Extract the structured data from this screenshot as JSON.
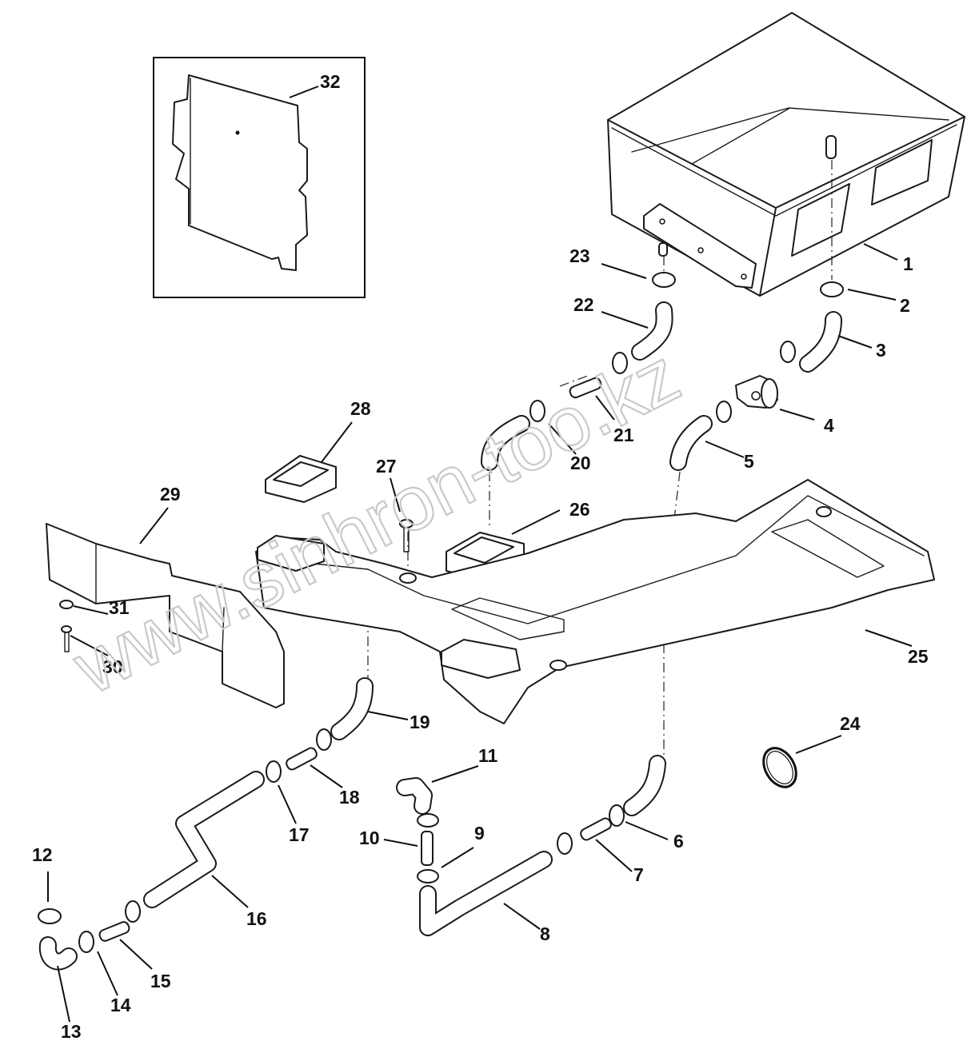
{
  "diagram": {
    "watermark": "www.sinhron-too.kz",
    "callouts": [
      {
        "id": "1",
        "label": "1"
      },
      {
        "id": "2",
        "label": "2"
      },
      {
        "id": "3",
        "label": "3"
      },
      {
        "id": "4",
        "label": "4"
      },
      {
        "id": "5",
        "label": "5"
      },
      {
        "id": "6",
        "label": "6"
      },
      {
        "id": "7",
        "label": "7"
      },
      {
        "id": "8",
        "label": "8"
      },
      {
        "id": "9",
        "label": "9"
      },
      {
        "id": "10",
        "label": "10"
      },
      {
        "id": "11",
        "label": "11"
      },
      {
        "id": "12",
        "label": "12"
      },
      {
        "id": "13",
        "label": "13"
      },
      {
        "id": "14",
        "label": "14"
      },
      {
        "id": "15",
        "label": "15"
      },
      {
        "id": "16",
        "label": "16"
      },
      {
        "id": "17",
        "label": "17"
      },
      {
        "id": "18",
        "label": "18"
      },
      {
        "id": "19",
        "label": "19"
      },
      {
        "id": "20",
        "label": "20"
      },
      {
        "id": "21",
        "label": "21"
      },
      {
        "id": "22",
        "label": "22"
      },
      {
        "id": "23",
        "label": "23"
      },
      {
        "id": "24",
        "label": "24"
      },
      {
        "id": "25",
        "label": "25"
      },
      {
        "id": "26",
        "label": "26"
      },
      {
        "id": "27",
        "label": "27"
      },
      {
        "id": "28",
        "label": "28"
      },
      {
        "id": "29",
        "label": "29"
      },
      {
        "id": "30",
        "label": "30"
      },
      {
        "id": "31",
        "label": "31"
      },
      {
        "id": "32",
        "label": "32"
      }
    ]
  }
}
